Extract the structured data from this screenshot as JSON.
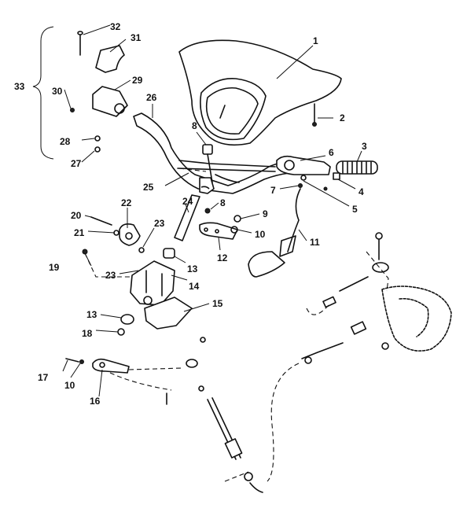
{
  "callouts": [
    "1",
    "2",
    "3",
    "4",
    "5",
    "6",
    "7",
    "8",
    "8",
    "9",
    "10",
    "10",
    "11",
    "12",
    "13",
    "13",
    "14",
    "15",
    "16",
    "17",
    "18",
    "19",
    "20",
    "21",
    "22",
    "23",
    "23",
    "24",
    "25",
    "26",
    "27",
    "28",
    "29",
    "30",
    "31",
    "32",
    "33"
  ],
  "icons": [
    "handlebar-pad",
    "handlebar",
    "throttle-grip",
    "steering-post",
    "steering-bracket",
    "throttle-cable",
    "tether-cord",
    "throttle-body"
  ]
}
